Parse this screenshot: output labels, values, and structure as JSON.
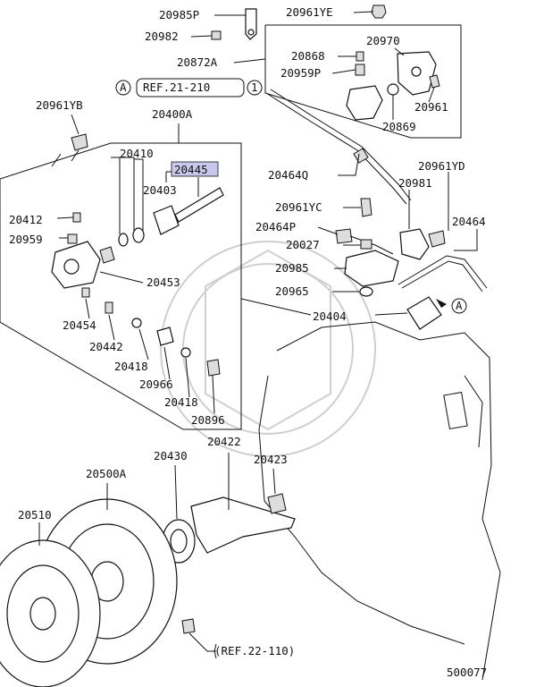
{
  "labels": {
    "p20985P": "20985P",
    "p20961YE": "20961YE",
    "p20982": "20982",
    "p20872A": "20872A",
    "p20970": "20970",
    "p20868": "20868",
    "p20959P": "20959P",
    "p20961": "20961",
    "p20869": "20869",
    "ref_a_circle": "A",
    "ref_21_210": "REF.21-210",
    "ref_21_210_num": "1",
    "p20961YB": "20961YB",
    "p20400A": "20400A",
    "p20410": "20410",
    "p20445": "20445",
    "p20403": "20403",
    "p20412": "20412",
    "p20959": "20959",
    "p20453": "20453",
    "p20454": "20454",
    "p20442": "20442",
    "p20418a": "20418",
    "p20966": "20966",
    "p20418b": "20418",
    "p20896": "20896",
    "p20464Q": "20464Q",
    "p20961YD": "20961YD",
    "p20981": "20981",
    "p20961YC": "20961YC",
    "p20464P": "20464P",
    "p20464": "20464",
    "p20027": "20027",
    "p20985": "20985",
    "p20965": "20965",
    "p20404": "20404",
    "ref_a_circle2": "A",
    "p20422": "20422",
    "p20500A": "20500A",
    "p20430": "20430",
    "p20423": "20423",
    "p20510": "20510",
    "ref_22_110": "(REF.22-110)",
    "diagram_no": "500077"
  },
  "colors": {
    "line": "#111111",
    "highlight": "#c8c8ec",
    "watermark": "#d0d0d0"
  }
}
